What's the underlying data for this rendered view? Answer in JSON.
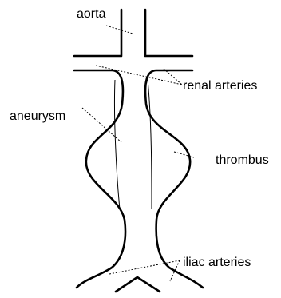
{
  "labels": {
    "aorta": "aorta",
    "renal_arteries": "renal arteries",
    "aneurysm": "aneurysm",
    "thrombus": "thrombus",
    "iliac_arteries": "iliac arteries"
  }
}
